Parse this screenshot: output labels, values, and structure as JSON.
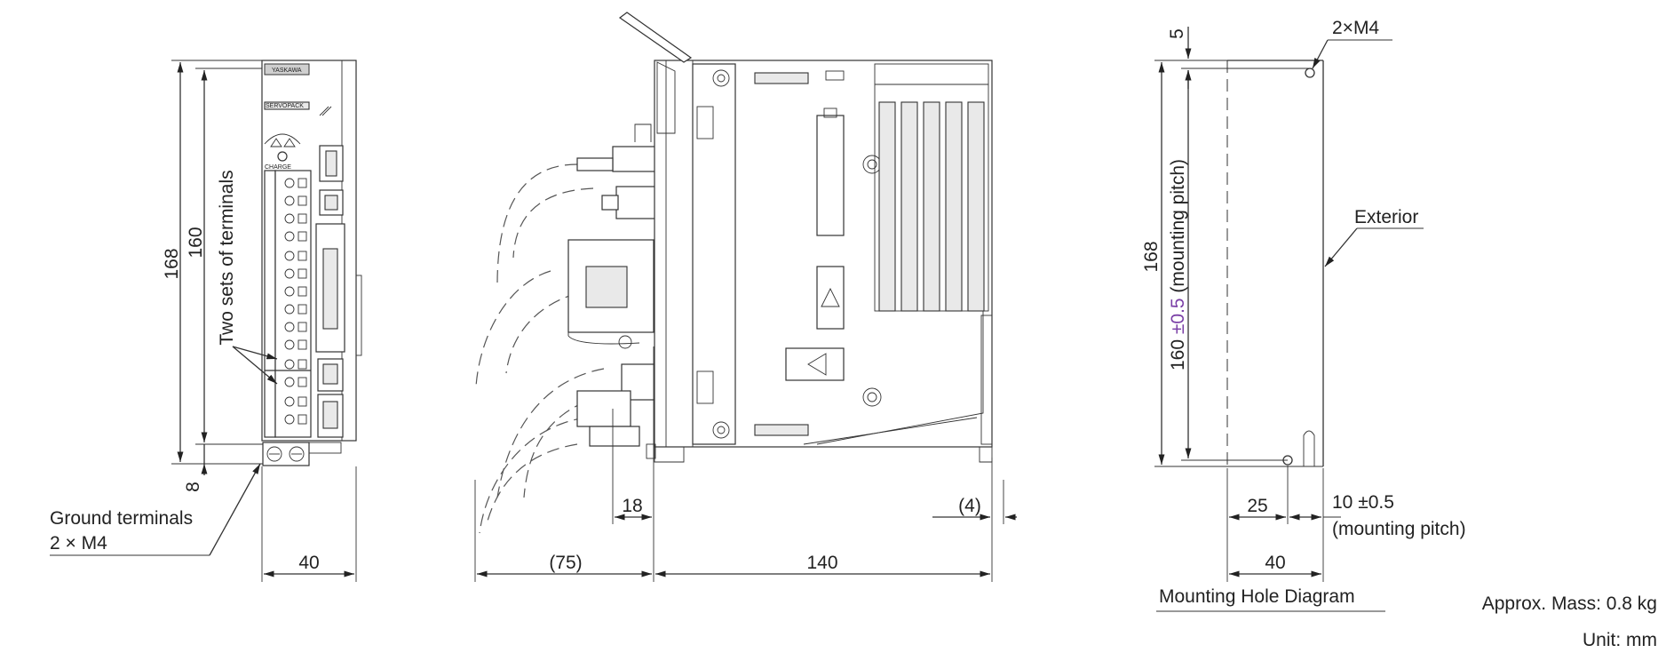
{
  "front_view": {
    "height_outer": "168",
    "height_pitch": "160",
    "terminal_note": "Two sets of terminals",
    "bottom_gap": "8",
    "ground_label_line1": "Ground terminals",
    "ground_label_line2": "2 × M4",
    "width": "40",
    "brand_text": "YASKAWA",
    "model_text": "SERVOPACK",
    "charge_text": "CHARGE"
  },
  "side_view": {
    "cable_depth": "(75)",
    "connector_offset": "18",
    "depth": "140",
    "rear_gap": "(4)"
  },
  "mounting": {
    "hole_label": "2×M4",
    "top_gap": "5",
    "height_outer": "168",
    "pitch_vertical_prefix": "160 ",
    "pitch_vertical_tol": "±0.5",
    "pitch_vertical_suffix": " (mounting pitch)",
    "exterior_label": "Exterior",
    "hole_offset": "25",
    "pitch_horizontal_line1": "10 ±0.5",
    "pitch_horizontal_line2": "(mounting pitch)",
    "width": "40",
    "title": "Mounting Hole Diagram"
  },
  "footer": {
    "mass": "Approx. Mass: 0.8 kg",
    "unit": "Unit: mm"
  },
  "colors": {
    "line": "#333333",
    "tolerance_accent": "#7a3fa6"
  }
}
